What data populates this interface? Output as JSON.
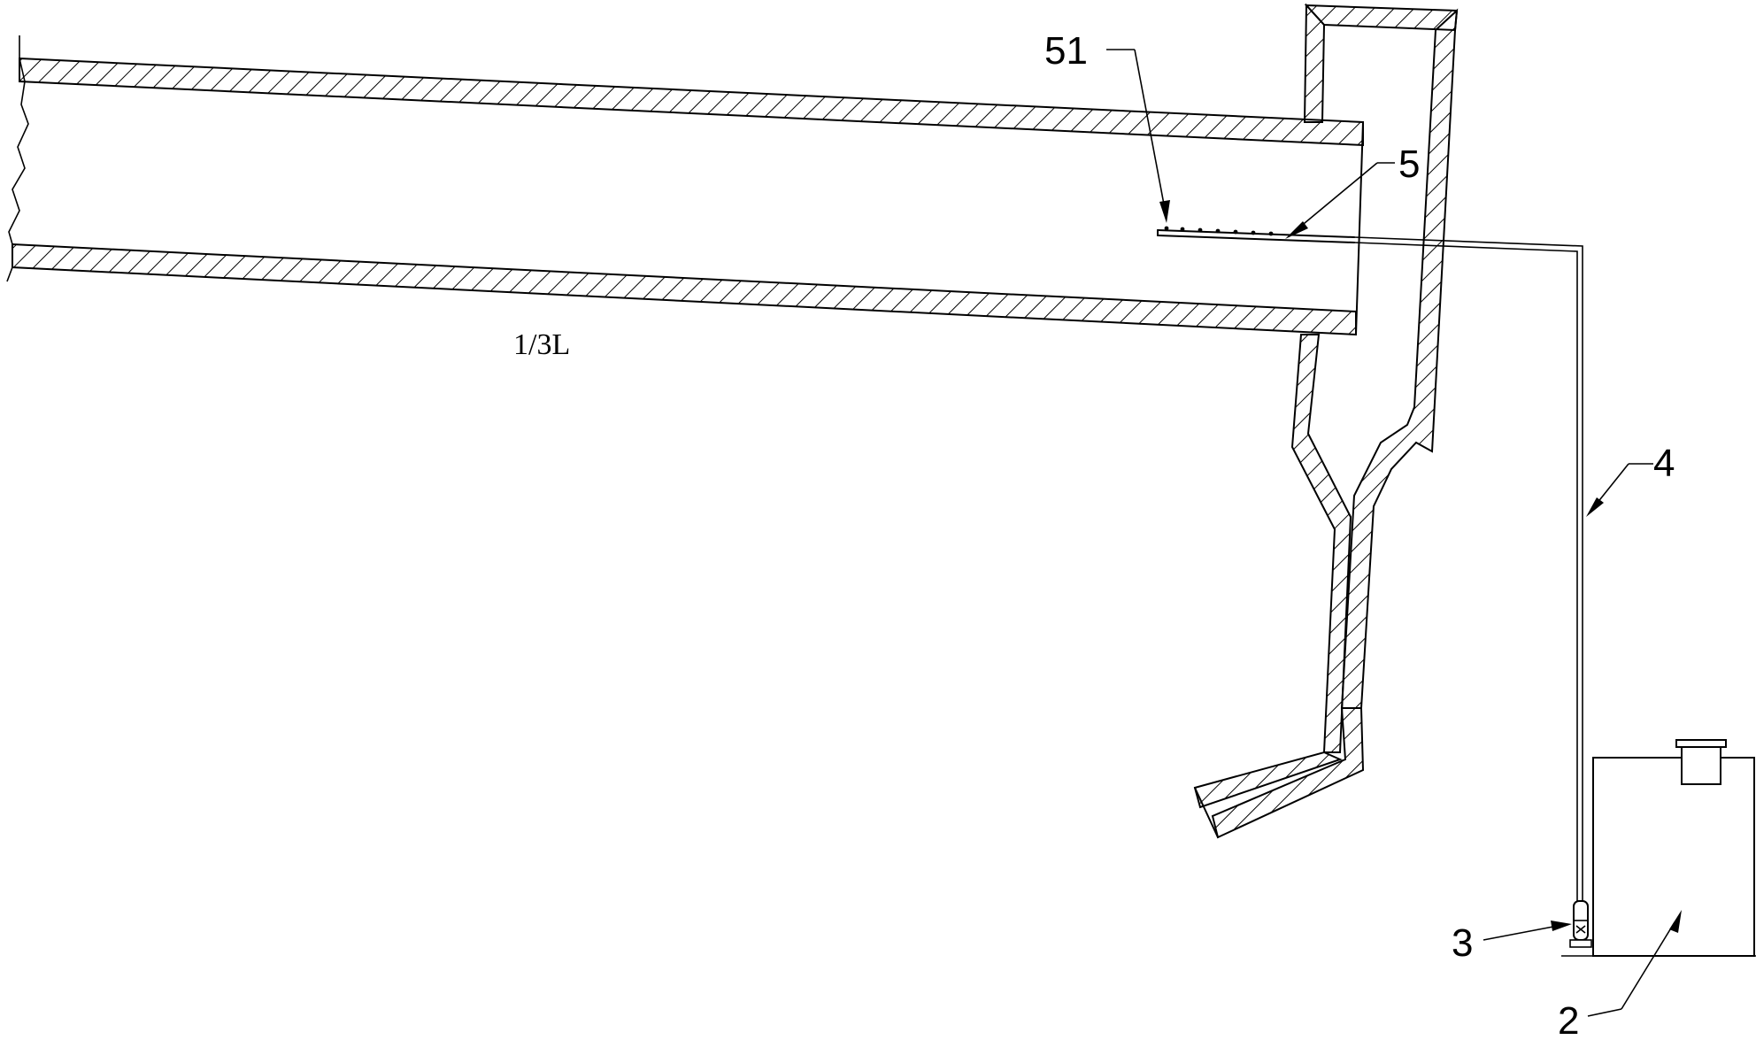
{
  "figure": {
    "labels": {
      "part_51": "51",
      "part_5": "5",
      "part_4": "4",
      "part_3": "3",
      "part_2": "2"
    },
    "dimension": "1/3L"
  },
  "colors": {
    "ink": "#000000",
    "background": "#ffffff"
  }
}
